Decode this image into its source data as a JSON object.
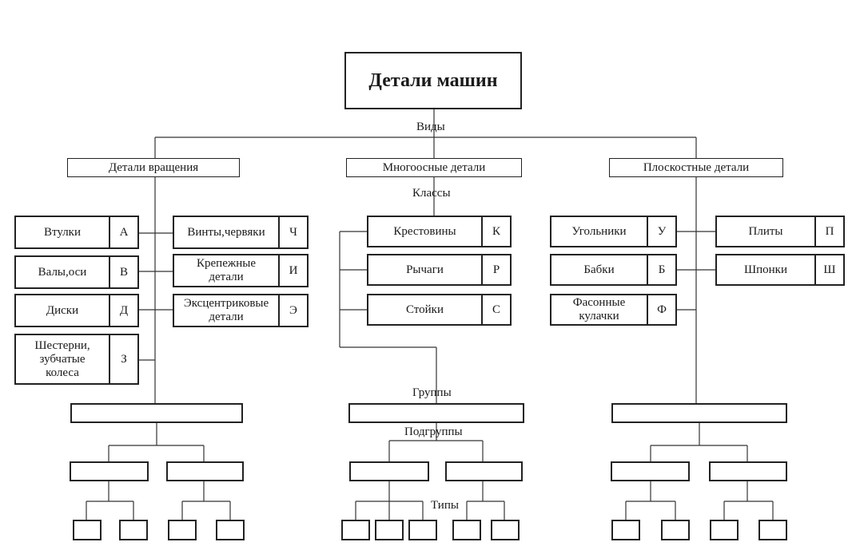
{
  "root": {
    "title": "Детали машин"
  },
  "labels": {
    "kinds": "Виды",
    "classes": "Классы",
    "groups": "Группы",
    "subgroups": "Подгруппы",
    "types": "Типы"
  },
  "categories": [
    {
      "name": "Детали вращения"
    },
    {
      "name": "Многоосные детали"
    },
    {
      "name": "Плоскостные детали"
    }
  ],
  "classes": {
    "rotation_left": [
      {
        "name": "Втулки",
        "code": "А"
      },
      {
        "name": "Валы,оси",
        "code": "В"
      },
      {
        "name": "Диски",
        "code": "Д"
      },
      {
        "name": "Шестерни,\nзубчатые\nколеса",
        "code": "З"
      }
    ],
    "rotation_right": [
      {
        "name": "Винты,червяки",
        "code": "Ч"
      },
      {
        "name": "Крепежные\nдетали",
        "code": "И"
      },
      {
        "name": "Эксцентриковые\nдетали",
        "code": "Э"
      }
    ],
    "multiaxis": [
      {
        "name": "Крестовины",
        "code": "К"
      },
      {
        "name": "Рычаги",
        "code": "Р"
      },
      {
        "name": "Стойки",
        "code": "С"
      }
    ],
    "planar_left": [
      {
        "name": "Угольники",
        "code": "У"
      },
      {
        "name": "Бабки",
        "code": "Б"
      },
      {
        "name": "Фасонные\nкулачки",
        "code": "Ф"
      }
    ],
    "planar_right": [
      {
        "name": "Плиты",
        "code": "П"
      },
      {
        "name": "Шпонки",
        "code": "Ш"
      }
    ]
  }
}
